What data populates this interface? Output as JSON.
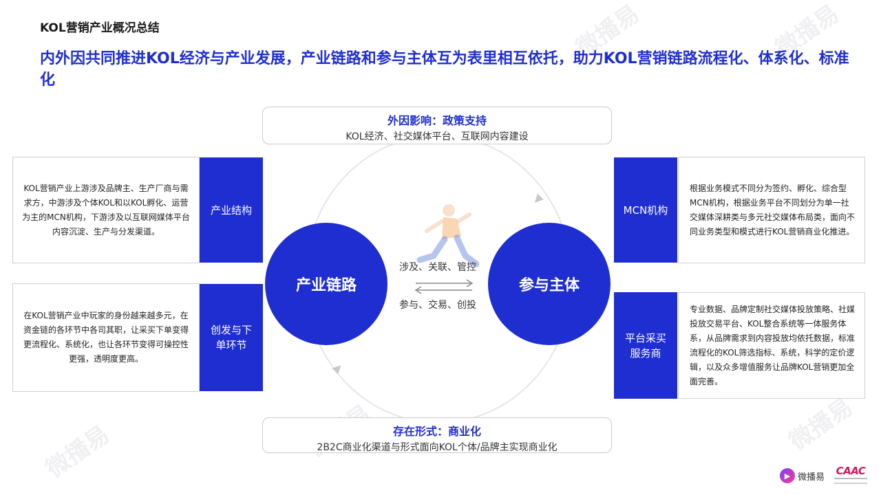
{
  "header": {
    "section_title": "KOL营销产业概况总结",
    "headline": "内外因共同推进KOL经济与产业发展，产业链路和参与主体互为表里相互依托，助力KOL营销链路流程化、体系化、标准化"
  },
  "top_pill": {
    "title": "外因影响：政策支持",
    "subtitle": "KOL经济、社交媒体平台、互联网内容建设"
  },
  "bottom_pill": {
    "title": "存在形式：商业化",
    "subtitle": "2B2C商业化渠道与形式面向KOL个体/品牌主实现商业化"
  },
  "center": {
    "left_circle": "产业链路",
    "right_circle": "参与主体",
    "link_top": "涉及、关联、管控",
    "link_bottom": "参与、交易、创投"
  },
  "left_items": [
    {
      "label": "产业结构",
      "description": "KOL营销产业上游涉及品牌主、生产厂商与需求方，中游涉及个体KOL和以KOL孵化、运营为主的MCN机构，下游涉及以互联网媒体平台内容沉淀、生产与分发渠道。"
    },
    {
      "label": "创发与下单环节",
      "description": "在KOL营销产业中玩家的身份越来越多元，在资金链的各环节中各司其职，让采买下单变得更流程化、系统化，也让各环节变得可操控性更强，透明度更高。"
    }
  ],
  "right_items": [
    {
      "label": "MCN机构",
      "description": "根据业务模式不同分为签约、孵化、综合型MCN机构，根据业务平台不同划分为单一社交媒体深耕类与多元社交媒体布局类，面向不同业务类型和模式进行KOL营销商业化推进。"
    },
    {
      "label": "平台采买服务商",
      "description": "专业数据、品牌定制社交媒体投放策略、社媒投放交易平台、KOL整合系统等一体服务体系，从品牌需求到内容投放均依托数据，标准流程化的KOL筛选指标、系统，科学的定价逻辑，以及众多增值服务让品牌KOL营销更加全面完善。"
    }
  ],
  "watermark": "微播易",
  "footer": {
    "logo1_text": "微播易",
    "logo2_text": "CAAC"
  },
  "colors": {
    "accent": "#1f2ed0",
    "border": "#c9c9cc"
  }
}
